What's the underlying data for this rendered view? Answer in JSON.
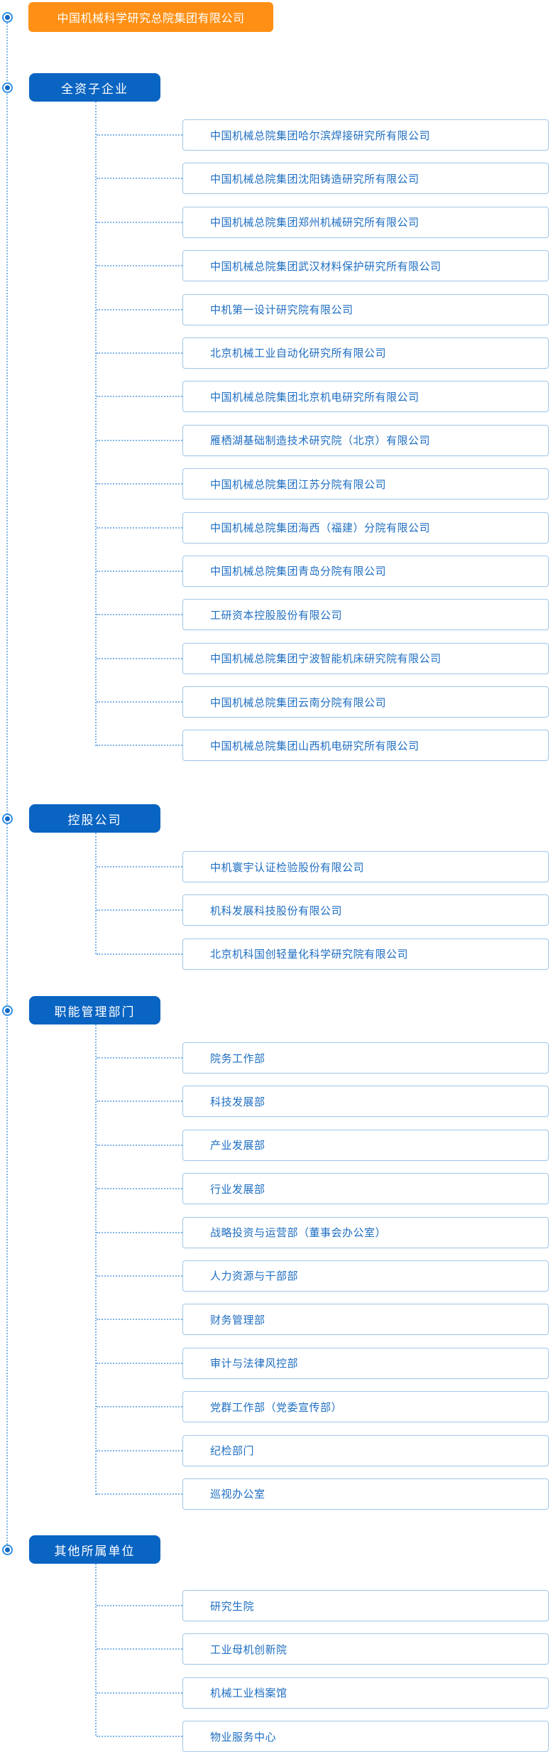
{
  "root": {
    "label": "中国机械科学研究总院集团有限公司"
  },
  "sections": [
    {
      "label": "全资子企业",
      "items": [
        "中国机械总院集团哈尔滨焊接研究所有限公司",
        "中国机械总院集团沈阳铸造研究所有限公司",
        "中国机械总院集团郑州机械研究所有限公司",
        "中国机械总院集团武汉材料保护研究所有限公司",
        "中机第一设计研究院有限公司",
        "北京机械工业自动化研究所有限公司",
        "中国机械总院集团北京机电研究所有限公司",
        "雁栖湖基础制造技术研究院（北京）有限公司",
        "中国机械总院集团江苏分院有限公司",
        "中国机械总院集团海西（福建）分院有限公司",
        "中国机械总院集团青岛分院有限公司",
        "工研资本控股股份有限公司",
        "中国机械总院集团宁波智能机床研究院有限公司",
        "中国机械总院集团云南分院有限公司",
        "中国机械总院集团山西机电研究所有限公司"
      ]
    },
    {
      "label": "控股公司",
      "items": [
        "中机寰宇认证检验股份有限公司",
        "机科发展科技股份有限公司",
        "北京机科国创轻量化科学研究院有限公司"
      ]
    },
    {
      "label": "职能管理部门",
      "items": [
        "院务工作部",
        "科技发展部",
        "产业发展部",
        "行业发展部",
        "战略投资与运营部（董事会办公室）",
        "人力资源与干部部",
        "财务管理部",
        "审计与法律风控部",
        "党群工作部（党委宣传部）",
        "纪检部门",
        "巡视办公室"
      ]
    },
    {
      "label": "其他所属单位",
      "items": [
        "研究生院",
        "工业母机创新院",
        "机械工业档案馆",
        "物业服务中心"
      ]
    }
  ],
  "icons": {
    "node_bullet": "radio-dot-icon"
  },
  "colors": {
    "root_bg": "#FF9015",
    "category_bg": "#0A64C2",
    "item_text": "#1E6EC2",
    "item_border": "#A5C8E8",
    "connector": "#7FB5E8",
    "bullet_ring": "#2F8FE8",
    "bullet_dot": "#0E68C4"
  }
}
